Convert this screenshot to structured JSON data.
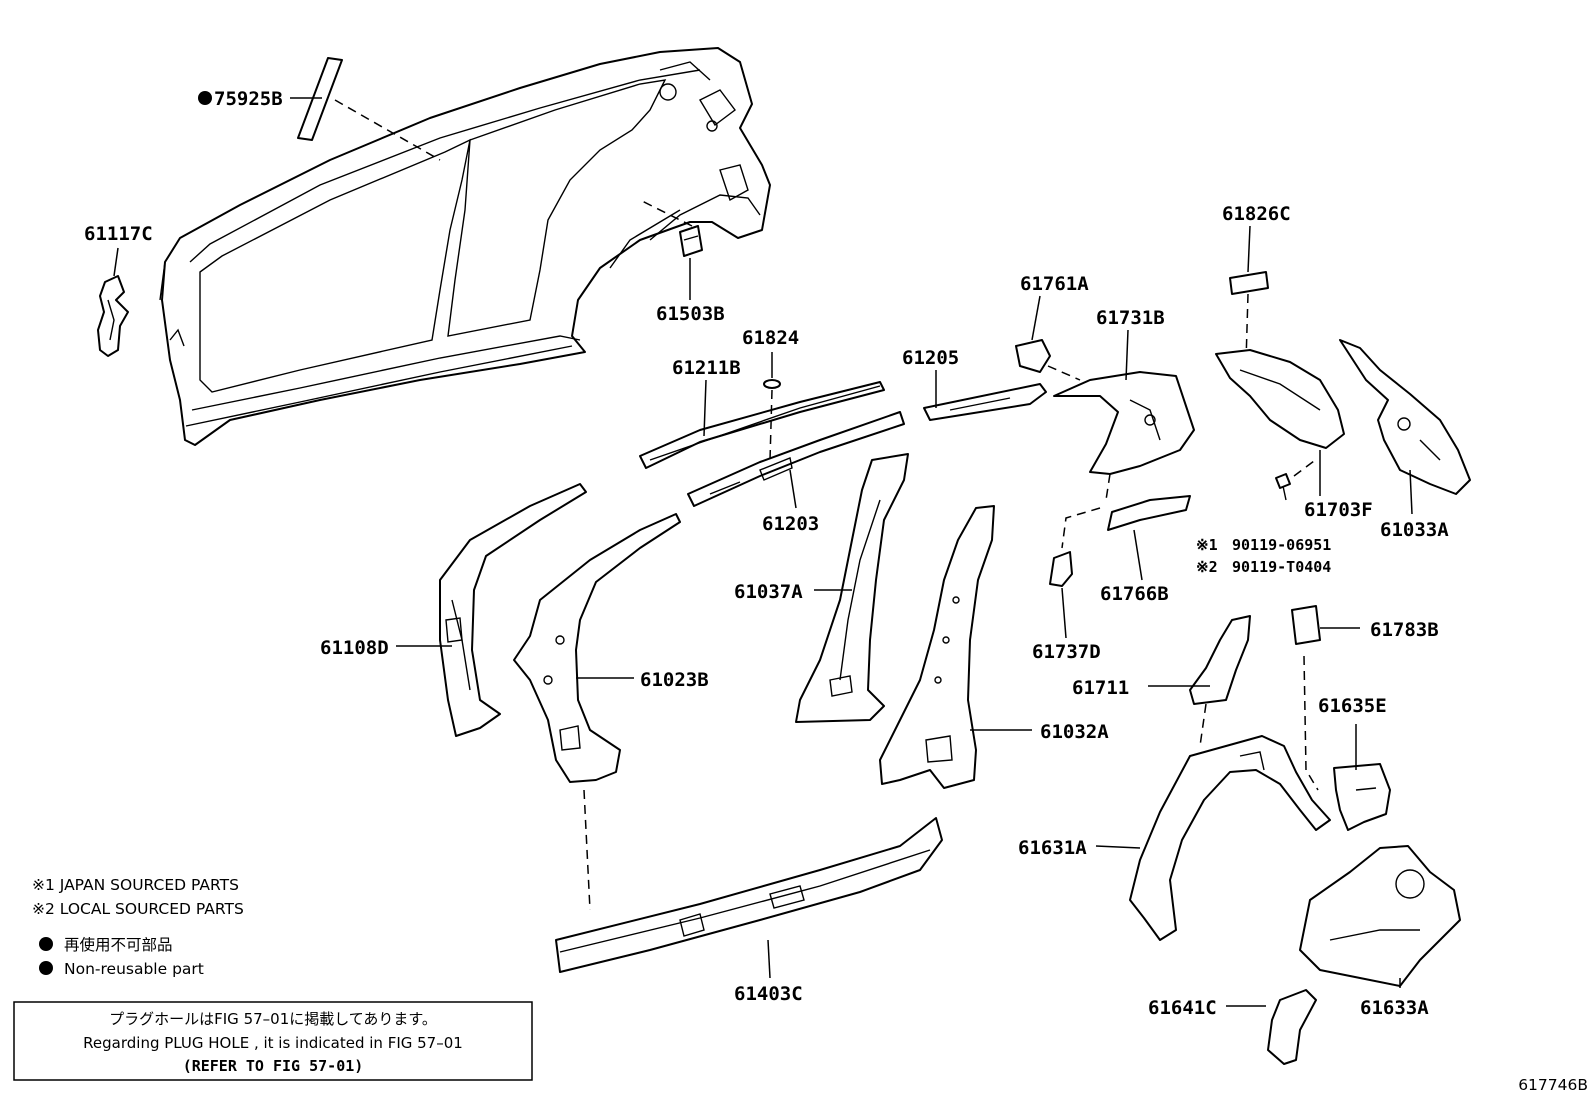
{
  "parts": {
    "p75925B": "75925B",
    "p61117C": "61117C",
    "p61503B": "61503B",
    "p61824": "61824",
    "p61211B": "61211B",
    "p61205": "61205",
    "p61761A": "61761A",
    "p61731B": "61731B",
    "p61826C": "61826C",
    "p61203": "61203",
    "p61703F": "61703F",
    "p61033A": "61033A",
    "p61037A": "61037A",
    "p61108D": "61108D",
    "p61023B": "61023B",
    "p61766B": "61766B",
    "p61737D": "61737D",
    "p61783B": "61783B",
    "p61711": "61711",
    "p61635E": "61635E",
    "p61032A": "61032A",
    "p61631A": "61631A",
    "p61403C": "61403C",
    "p61641C": "61641C",
    "p61633A": "61633A"
  },
  "bolts": {
    "jp_mark": "※1",
    "jp_part": "90119-06951",
    "local_mark": "※2",
    "local_part": "90119-T0404"
  },
  "legend": {
    "japan_sourced": "※1 JAPAN SOURCED PARTS",
    "local_sourced": "※2 LOCAL SOURCED PARTS",
    "non_reusable_jp": "再使用不可部品",
    "non_reusable_en": "Non-reusable part"
  },
  "notice": {
    "line_jp": "プラグホールはFIG 57–01に掲載してあります。",
    "line_en": "Regarding  PLUG  HOLE , it is indicated in FIG  57–01",
    "line_ref": "(REFER TO FIG 57-01)"
  },
  "figure_id": "617746B"
}
